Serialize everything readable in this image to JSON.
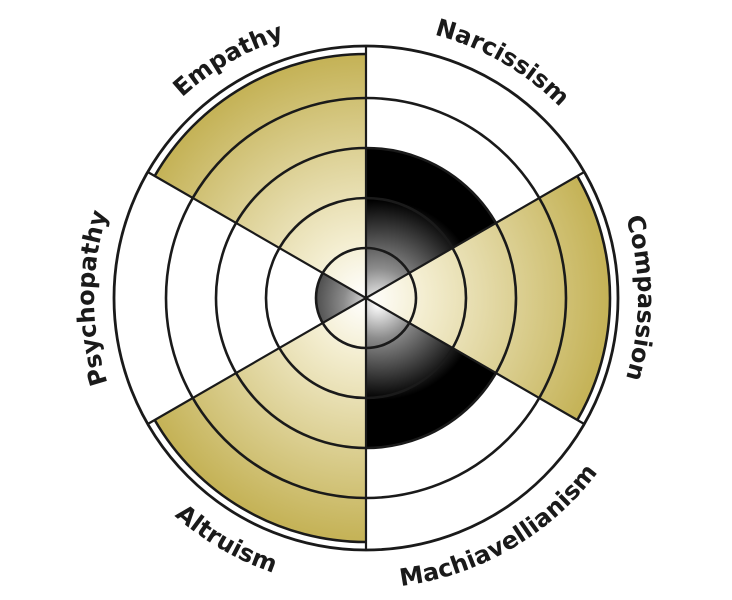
{
  "chart_data": {
    "type": "radial-bar",
    "levels": 6,
    "categories": [
      "Narcissism",
      "Compassion",
      "Machiavellianism",
      "Altruism",
      "Psychopathy",
      "Empathy"
    ],
    "values": [
      3,
      5,
      3,
      5,
      1,
      5
    ],
    "series_color_light": "#c5b358",
    "series_color_dark": "#000000",
    "category_tone": [
      "dark",
      "light",
      "dark",
      "light",
      "dark",
      "light"
    ]
  }
}
